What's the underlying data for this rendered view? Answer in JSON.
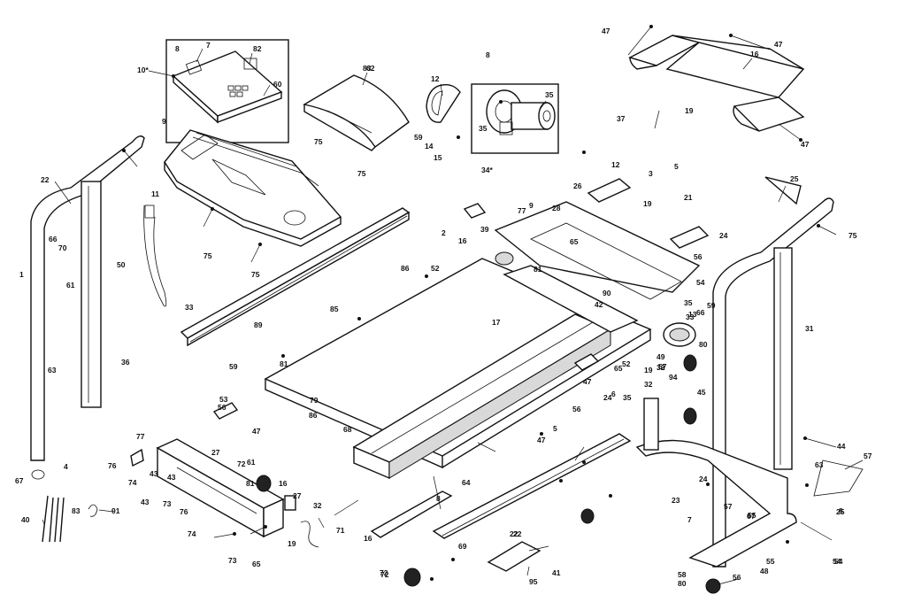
{
  "labels": [
    "10*",
    "8",
    "7",
    "82",
    "60",
    "9",
    "62",
    "75",
    "75",
    "12",
    "8",
    "35",
    "59",
    "14",
    "15",
    "35",
    "34*",
    "47",
    "47",
    "16",
    "47",
    "37",
    "19",
    "3",
    "5",
    "25",
    "75",
    "22",
    "66",
    "70",
    "50",
    "1",
    "61",
    "11",
    "75",
    "75",
    "83",
    "52",
    "86",
    "89",
    "59",
    "85",
    "63",
    "36",
    "33",
    "81",
    "79",
    "86",
    "56",
    "53",
    "47",
    "27",
    "77",
    "76",
    "43",
    "74",
    "43",
    "43",
    "73",
    "76",
    "74",
    "73",
    "65",
    "40",
    "83",
    "91",
    "67",
    "4",
    "72",
    "16",
    "27",
    "81",
    "61",
    "72",
    "68",
    "71",
    "32",
    "19",
    "22",
    "16",
    "72",
    "64",
    "2",
    "8",
    "69",
    "22",
    "95",
    "41",
    "5",
    "58",
    "8",
    "54",
    "55",
    "80",
    "31",
    "44",
    "63",
    "57",
    "25",
    "54",
    "55",
    "57",
    "67",
    "80",
    "56",
    "48",
    "23",
    "7",
    "24",
    "28",
    "77",
    "39",
    "65",
    "16",
    "12",
    "26",
    "19",
    "21",
    "24",
    "56",
    "9",
    "81",
    "17",
    "54",
    "35",
    "13",
    "90",
    "42",
    "59",
    "66",
    "94",
    "45",
    "19",
    "47",
    "56",
    "65",
    "47",
    "24",
    "6",
    "49",
    "32",
    "32",
    "35",
    "52",
    "57",
    "33"
  ]
}
